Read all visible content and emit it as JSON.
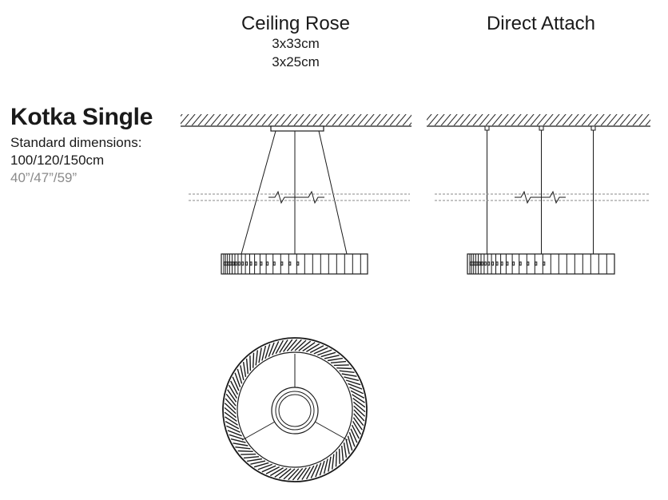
{
  "columns": [
    {
      "title": "Ceiling Rose",
      "sub1": "3x33cm",
      "sub2": "3x25cm"
    },
    {
      "title": "Direct Attach"
    }
  ],
  "product": {
    "name": "Kotka Single",
    "standard_label": "Standard dimensions:",
    "dims_cm": "100/120/150cm",
    "dims_in": "40”/47”/59”"
  },
  "colors": {
    "line": "#1a1a1a",
    "muted": "#8a8a8a"
  }
}
